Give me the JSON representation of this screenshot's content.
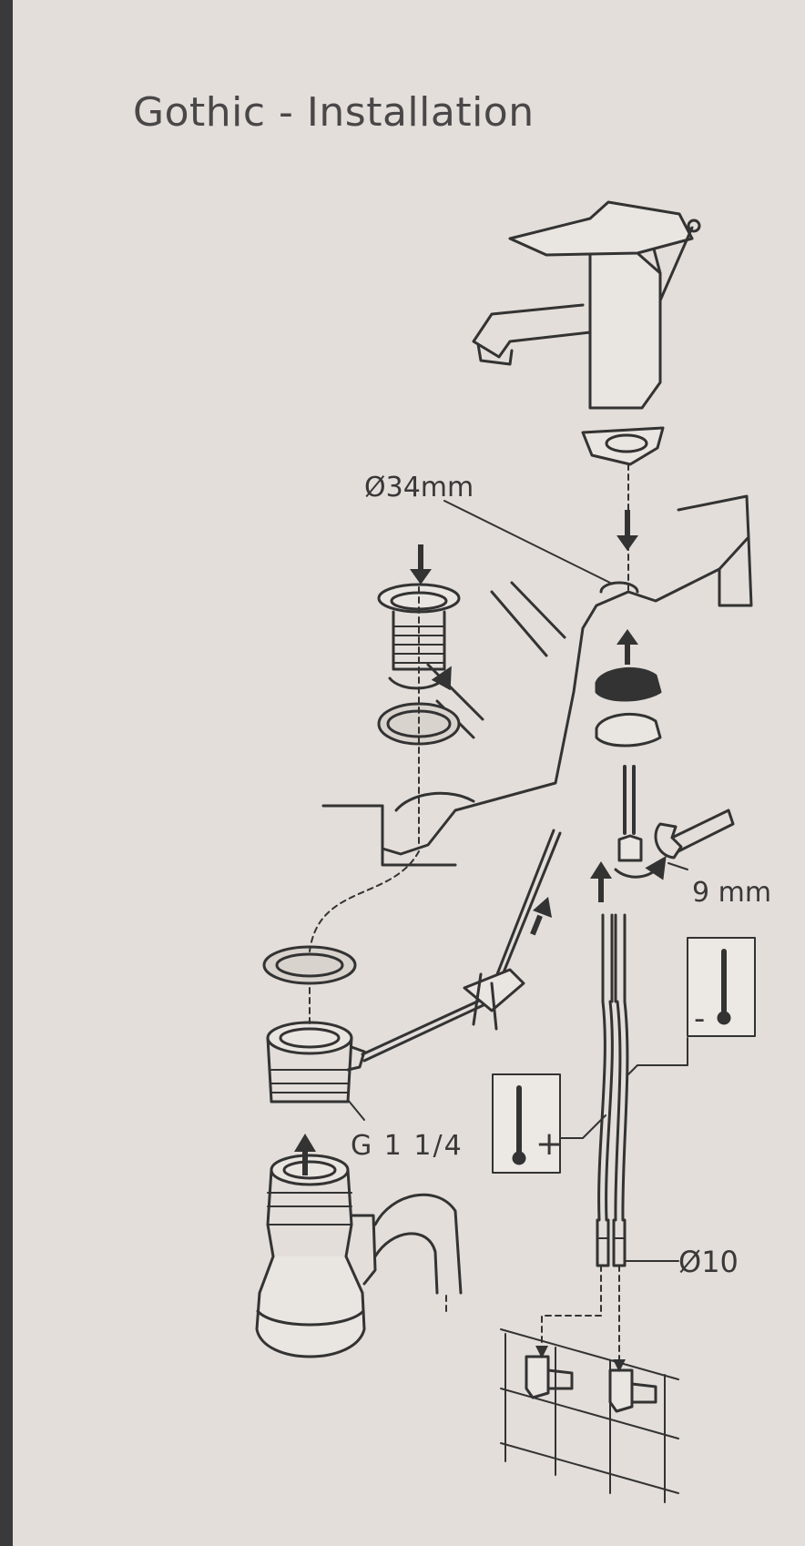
{
  "document": {
    "title": "Gothic - Installation"
  },
  "labels": {
    "hole_diameter": "Ø34mm",
    "wrench_size": "9 mm",
    "thread_size": "G 1 1/4",
    "hose_diameter": "Ø10",
    "hot_sign": "+",
    "cold_sign": "-"
  },
  "icons": {
    "hot": "thermometer-hot-icon",
    "cold": "thermometer-cold-icon"
  },
  "colors": {
    "paper": "#e3deda",
    "ink": "#3a3838"
  }
}
